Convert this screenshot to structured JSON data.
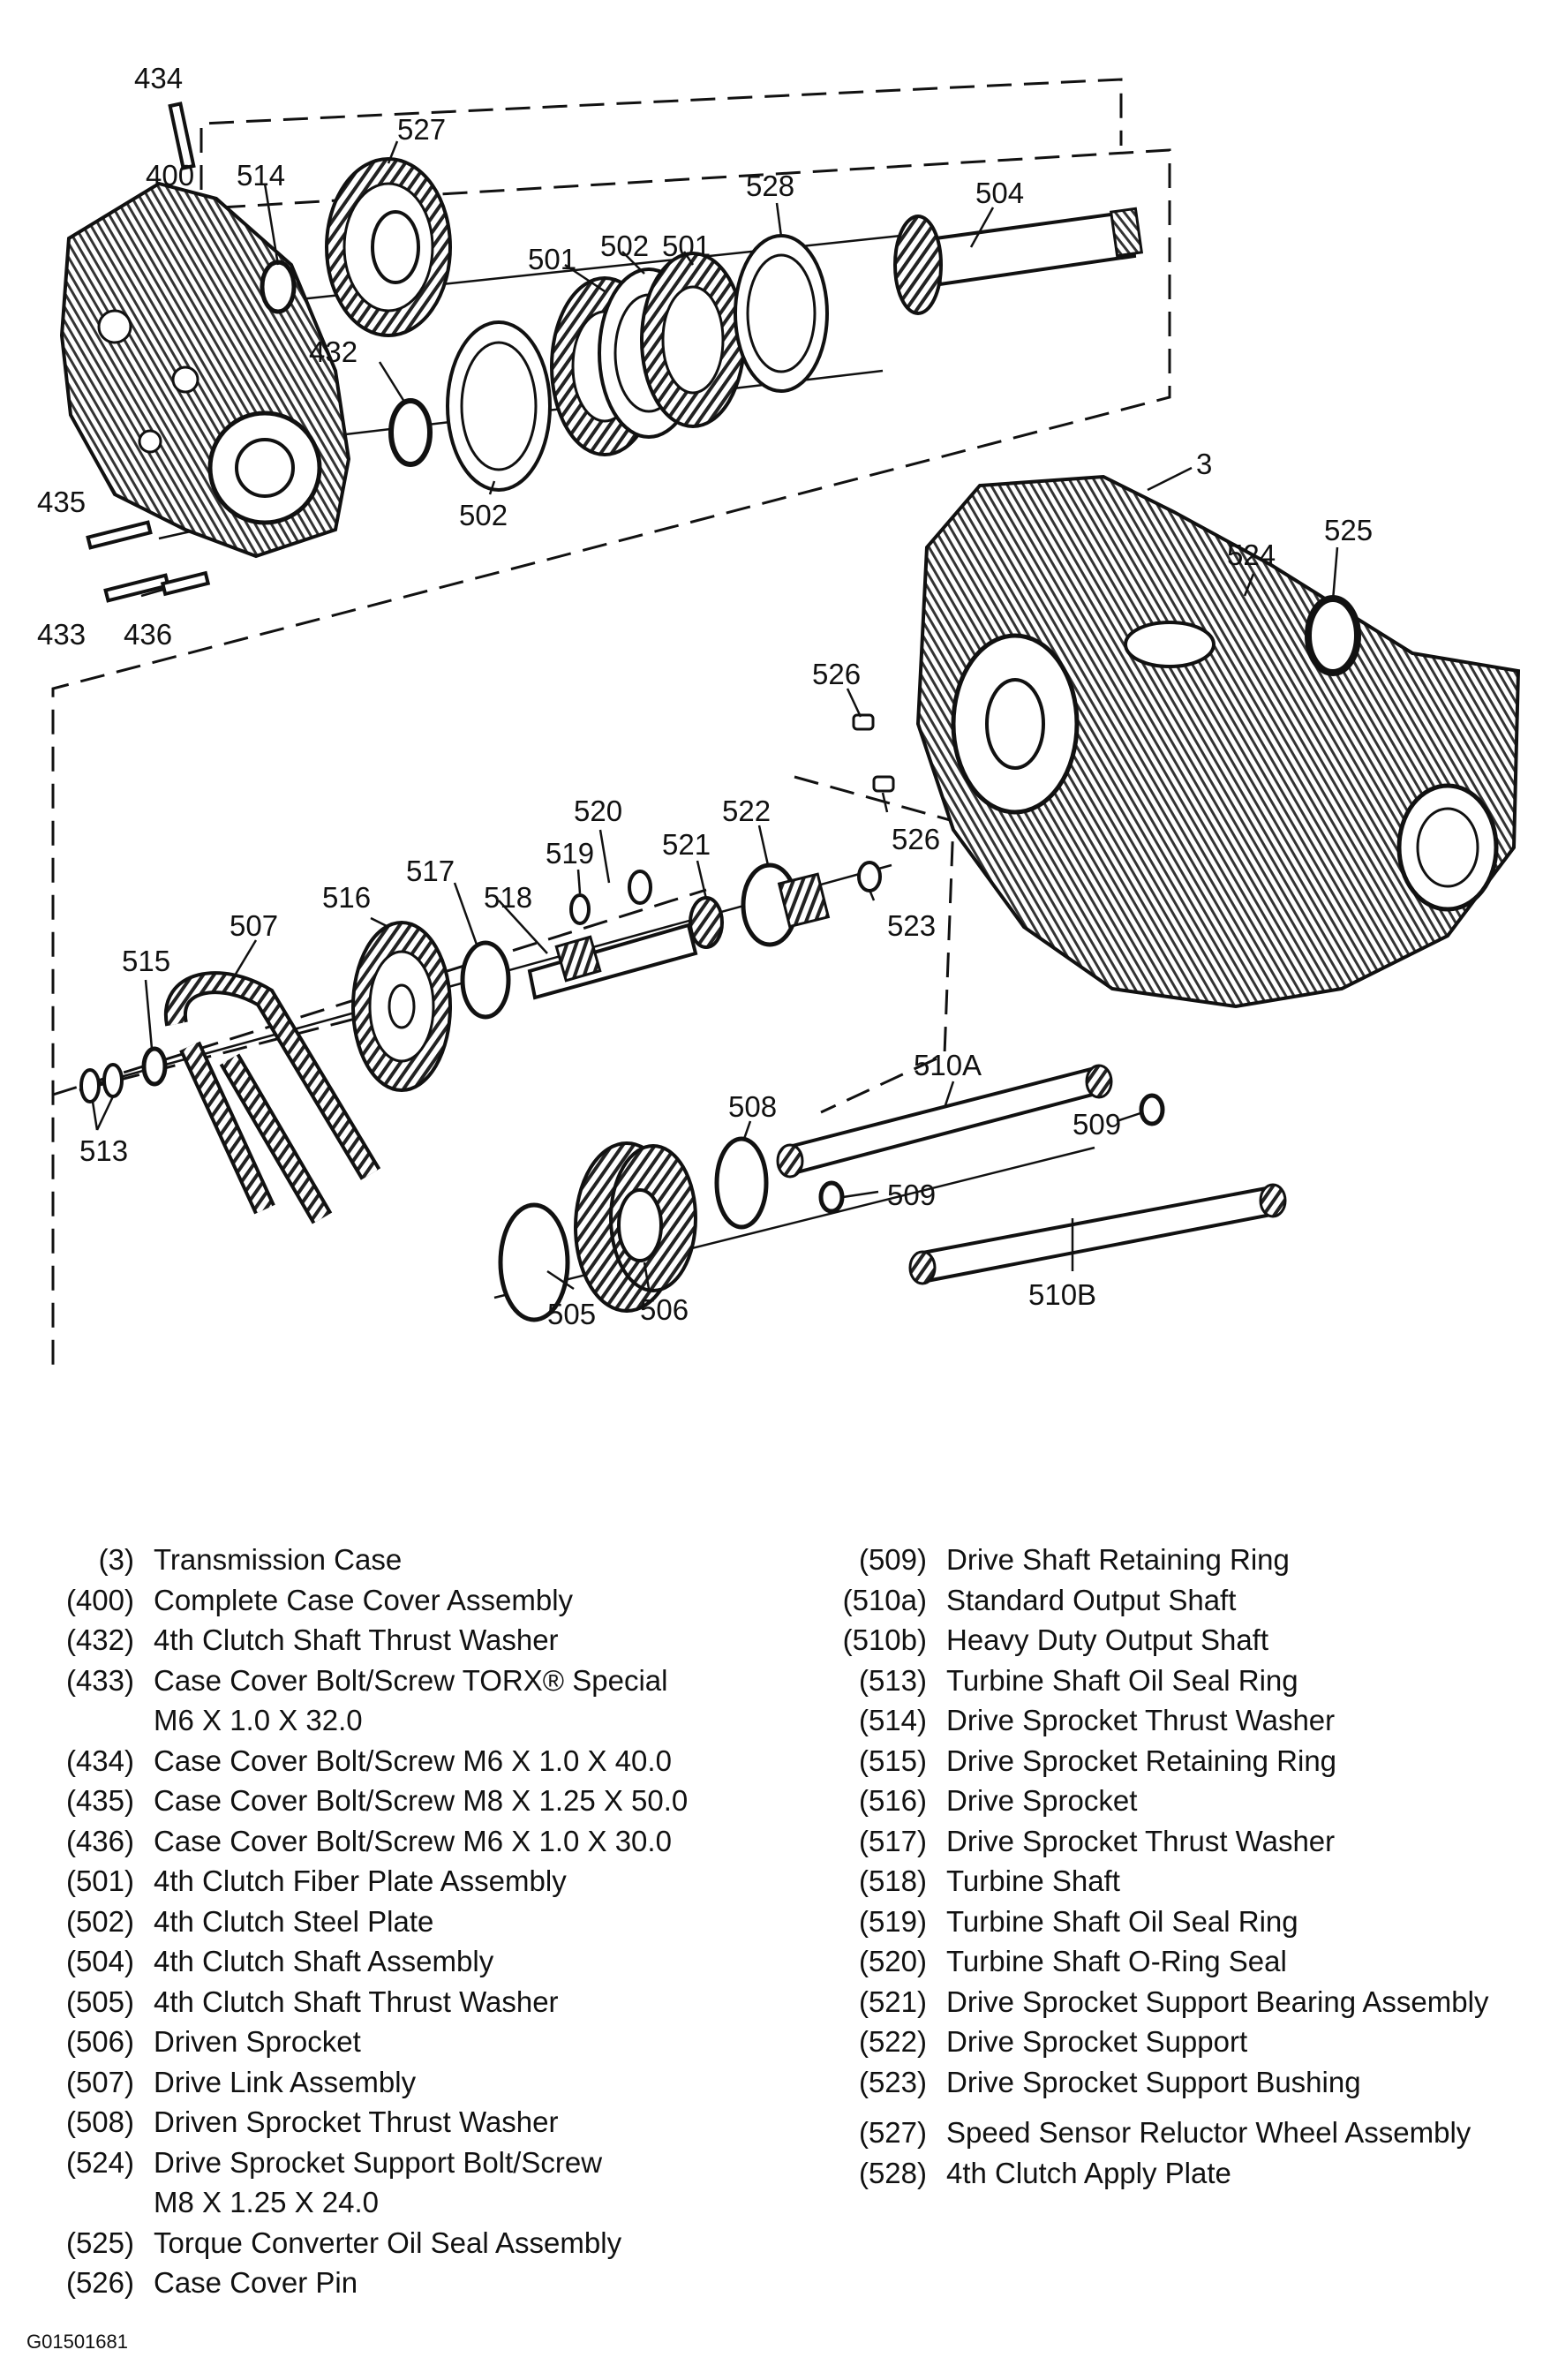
{
  "diagram": {
    "callouts": [
      "434",
      "527",
      "400",
      "514",
      "528",
      "504",
      "501",
      "502",
      "501",
      "432",
      "502",
      "435",
      "433",
      "436",
      "3",
      "524",
      "525",
      "526",
      "526",
      "520",
      "522",
      "521",
      "519",
      "517",
      "516",
      "518",
      "507",
      "515",
      "523",
      "513",
      "510A",
      "508",
      "509",
      "509",
      "505",
      "506",
      "510B"
    ]
  },
  "legend": {
    "left": [
      {
        "code": "(3)",
        "desc": "Transmission Case"
      },
      {
        "code": "(400)",
        "desc": "Complete Case Cover Assembly"
      },
      {
        "code": "(432)",
        "desc": "4th Clutch Shaft Thrust Washer"
      },
      {
        "code": "(433)",
        "desc": "Case Cover Bolt/Screw TORX® Special\nM6 X 1.0 X 32.0"
      },
      {
        "code": "(434)",
        "desc": "Case Cover Bolt/Screw M6 X 1.0 X 40.0"
      },
      {
        "code": "(435)",
        "desc": "Case Cover Bolt/Screw M8 X 1.25 X 50.0"
      },
      {
        "code": "(436)",
        "desc": "Case Cover Bolt/Screw M6 X 1.0 X 30.0"
      },
      {
        "code": "(501)",
        "desc": "4th Clutch Fiber Plate Assembly"
      },
      {
        "code": "(502)",
        "desc": "4th Clutch Steel Plate"
      },
      {
        "code": "(504)",
        "desc": "4th Clutch Shaft Assembly"
      },
      {
        "code": "(505)",
        "desc": "4th Clutch Shaft Thrust Washer"
      },
      {
        "code": "(506)",
        "desc": "Driven Sprocket"
      },
      {
        "code": "(507)",
        "desc": "Drive Link Assembly"
      },
      {
        "code": "(508)",
        "desc": "Driven Sprocket Thrust Washer"
      },
      {
        "code": "(524)",
        "desc": "Drive Sprocket Support Bolt/Screw\nM8 X 1.25 X 24.0"
      },
      {
        "code": "(525)",
        "desc": "Torque Converter Oil Seal Assembly"
      },
      {
        "code": "(526)",
        "desc": "Case Cover Pin"
      }
    ],
    "right": [
      {
        "code": "(509)",
        "desc": "Drive Shaft Retaining Ring"
      },
      {
        "code": "(510a)",
        "desc": "Standard Output Shaft"
      },
      {
        "code": "(510b)",
        "desc": "Heavy Duty Output Shaft"
      },
      {
        "code": "(513)",
        "desc": "Turbine Shaft Oil Seal Ring"
      },
      {
        "code": "(514)",
        "desc": "Drive Sprocket Thrust Washer"
      },
      {
        "code": "(515)",
        "desc": "Drive Sprocket Retaining Ring"
      },
      {
        "code": "(516)",
        "desc": "Drive Sprocket"
      },
      {
        "code": "(517)",
        "desc": "Drive Sprocket Thrust Washer"
      },
      {
        "code": "(518)",
        "desc": "Turbine Shaft"
      },
      {
        "code": "(519)",
        "desc": "Turbine Shaft Oil Seal Ring"
      },
      {
        "code": "(520)",
        "desc": "Turbine Shaft O-Ring Seal"
      },
      {
        "code": "(521)",
        "desc": "Drive Sprocket Support Bearing Assembly"
      },
      {
        "code": "(522)",
        "desc": "Drive Sprocket Support"
      },
      {
        "code": "(523)",
        "desc": "Drive Sprocket Support Bushing"
      },
      {
        "code": "(527)",
        "desc": "Speed Sensor Reluctor Wheel Assembly"
      },
      {
        "code": "(528)",
        "desc": "4th Clutch Apply Plate"
      }
    ]
  },
  "figure_id": "G01501681"
}
